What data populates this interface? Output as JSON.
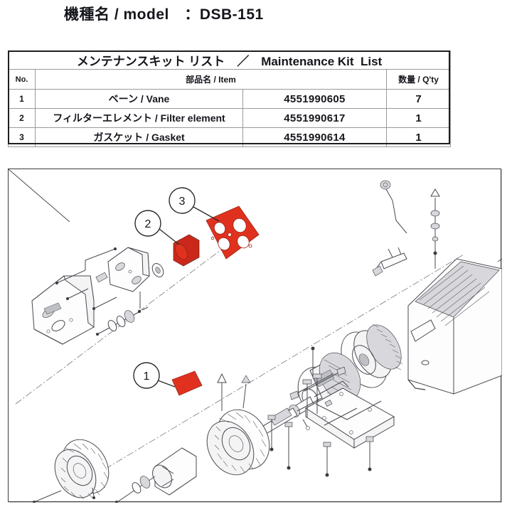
{
  "document": {
    "model_label": "機種名 / model",
    "model_separator": "：",
    "model_value": "DSB-151",
    "model_line": "機種名 / model　：DSB-151"
  },
  "table": {
    "title": "メンテナンスキット リスト　／　Maintenance Kit  List",
    "headers": {
      "no": "No.",
      "item": "部品名 / Item",
      "qty": "数量 / Q'ty"
    },
    "rows": [
      {
        "no": "1",
        "item": "ベーン / Vane",
        "part_number": "4551990605",
        "qty": "7"
      },
      {
        "no": "2",
        "item": "フィルターエレメント / Filter element",
        "part_number": "4551990617",
        "qty": "1"
      },
      {
        "no": "3",
        "item": "ガスケット / Gasket",
        "part_number": "4551990614",
        "qty": "1"
      }
    ]
  },
  "diagram": {
    "type": "exploded-assembly-drawing",
    "description": "Exploded isometric view of DSB-151 vacuum pump and motor assembly",
    "callouts": [
      {
        "number": "1",
        "refers_to": "ベーン / Vane",
        "highlight_color": "#e0311f"
      },
      {
        "number": "2",
        "refers_to": "フィルターエレメント / Filter element",
        "highlight_color": "#c9281a"
      },
      {
        "number": "3",
        "refers_to": "ガスケット / Gasket",
        "highlight_color": "#e0311f"
      }
    ],
    "highlight_color": "#e0311f",
    "line_color": "#4a4a52",
    "frame_color": "#3c3c3c"
  }
}
